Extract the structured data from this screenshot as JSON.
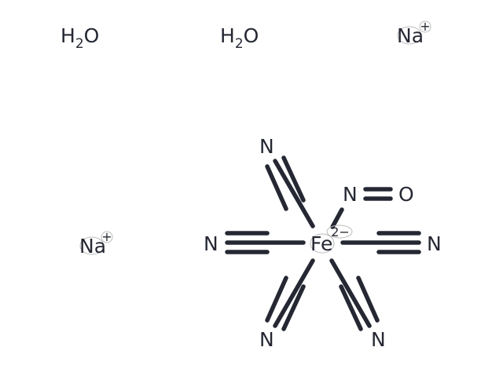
{
  "molecule": {
    "water1": {
      "main": "H",
      "sub": "2",
      "tail": "O"
    },
    "water2": {
      "main": "H",
      "sub": "2",
      "tail": "O"
    },
    "sodium1": {
      "symbol": "Na",
      "charge": "+"
    },
    "sodium2": {
      "symbol": "Na",
      "charge": "+"
    },
    "iron": {
      "symbol": "Fe",
      "charge": "2−"
    },
    "ligand_atoms": {
      "n_left": "N",
      "n_right": "N",
      "n_top": "N",
      "n_bottom_left": "N",
      "n_bottom_right": "N",
      "nitrosyl_n": "N",
      "nitrosyl_o": "O"
    },
    "colors": {
      "bond": "#252833",
      "charge_marker": "#1a1aff"
    }
  }
}
